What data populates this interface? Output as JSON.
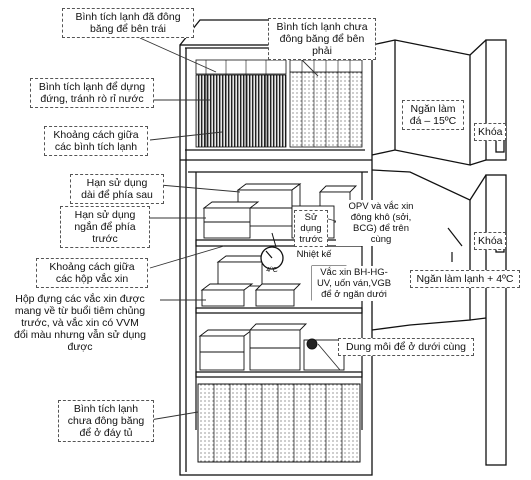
{
  "labels": {
    "frozen_left": "Bình tích lạnh đã đông\nbăng để bên trái",
    "unfrozen_right": "Bình tích lạnh chưa\nđông băng để bên\nphải",
    "upright": "Bình tích lạnh để dựng\nđứng, tránh rò rỉ nước",
    "spacing_packs": "Khoảng cách giữa\ncác bình tích lạnh",
    "long_expiry": "Hạn sử dụng\ndài để phía sau",
    "short_expiry": "Hạn sử dụng\nngắn để phía\ntrước",
    "spacing_boxes": "Khoảng cách giữa\ncác hộp vắc xin",
    "returned_boxes": "Hộp đựng các vắc xin được\nmang về từ buổi tiêm chủng\ntrước, và vắc xin có VVM\nđổi màu nhưng vẫn sử dụng\nđược",
    "bottom_packs": "Bình tích lạnh\nchưa đông băng\nđể ở đáy tủ",
    "opv": "OPV và vắc xin\nđông khô (sởi,\nBCG) để trên\ncùng",
    "thermometer": "Nhiệt kế",
    "bhhg": "Vắc xin BH-HG-\nUV, uốn ván,VGB\nđể ở ngăn dưới",
    "diluent": "Dung môi để ở dưới cùng",
    "freezer_compartment": "Ngăn làm\nđá – 15ºC",
    "lock_top": "Khóa",
    "lock_bottom": "Khóa",
    "fridge_compartment": "Ngăn làm lạnh + 4ºC",
    "use_first_box": "Sử\ndụng\ntrước",
    "thermo_scale": "4ºC"
  }
}
